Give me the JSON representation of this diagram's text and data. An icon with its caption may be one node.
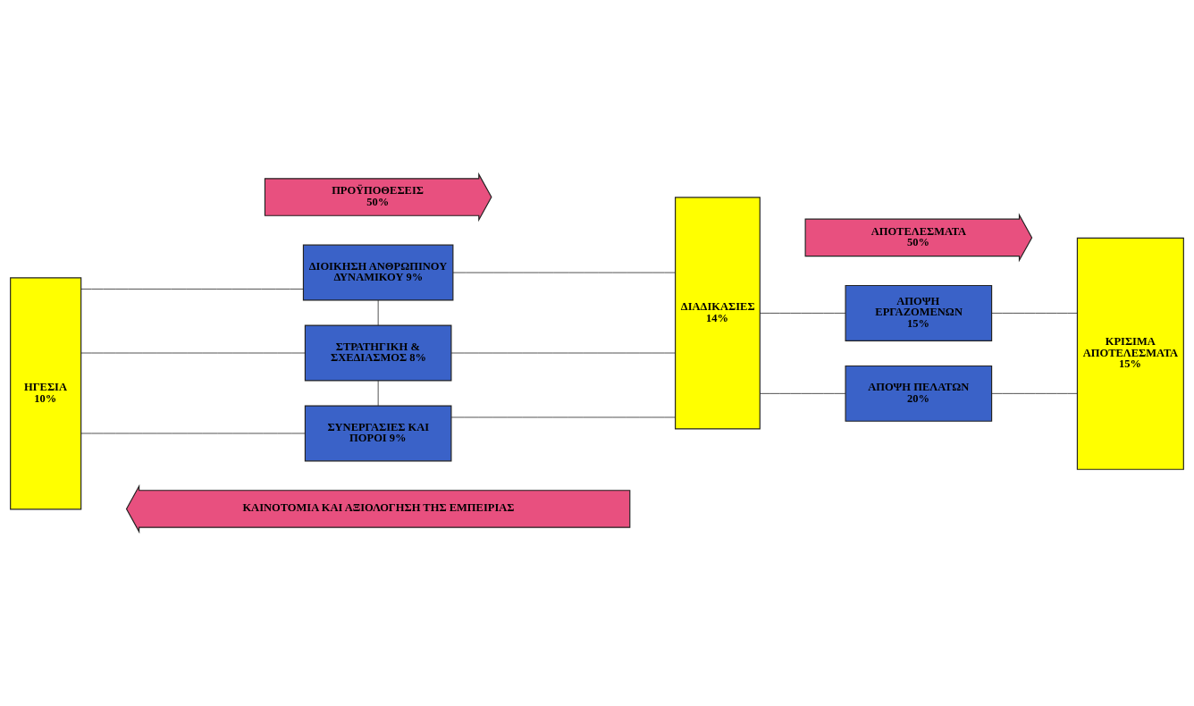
{
  "diagram": {
    "nodes": [
      {
        "text": [
          "ΠΡΟΫΠΟΘΕΣΕΙΣ",
          "50%"
        ]
      },
      {
        "text": [
          "ΑΠΟΤΕΛΕΣΜΑΤΑ",
          "50%"
        ]
      },
      {
        "text": [
          "ΗΓΕΣΙΑ 10%"
        ]
      },
      {
        "text": [
          "ΔΙΟΙΚΗΣΗ ΑΝΘΡΩΠΙΝΟΥ ΔΥΝΑΜΙΚΟΥ 9%"
        ]
      },
      {
        "text": [
          "ΣΤΡΑΤΗΓΙΚΗ & ΣΧΕΔΙΑΣΜΟΣ 8%"
        ]
      },
      {
        "text": [
          "ΣΥΝΕΡΓΑΣΙΕΣ ΚΑΙ ΠΟΡΟΙ 9%"
        ]
      },
      {
        "text": [
          "ΔΙΑΔΙΚΑΣΙΕΣ 14%"
        ]
      },
      {
        "text": [
          "ΑΠΟΨΗ ΕΡΓΑΖΟΜΕΝΩΝ 15%"
        ]
      },
      {
        "text": [
          "ΑΠΟΨΗ ΠΕΛΑΤΩΝ 20%"
        ]
      },
      {
        "text": [
          "ΚΡΙΣΙΜΑ ΑΠΟΤΕΛΕΣΜΑΤΑ 15%"
        ]
      },
      {
        "text": [
          "ΚΑΙΝΟΤΟΜΙΑ ΚΑΙ ΑΞΙΟΛΟΓΗΣΗ ΤΗΣ ΕΜΠΕΙΡΙΑΣ"
        ]
      }
    ],
    "edges": [
      {
        "from": 2,
        "to": 3,
        "arrow": "none"
      },
      {
        "from": 2,
        "to": 4,
        "arrow": "none"
      },
      {
        "from": 2,
        "to": 5,
        "arrow": "none"
      },
      {
        "from": 3,
        "to": 4,
        "arrow": "none"
      },
      {
        "from": 4,
        "to": 5,
        "arrow": "none"
      },
      {
        "from": 3,
        "to": 6,
        "arrow": "none"
      },
      {
        "from": 4,
        "to": 6,
        "arrow": "none"
      },
      {
        "from": 5,
        "to": 6,
        "arrow": "none"
      },
      {
        "from": 6,
        "to": 7,
        "arrow": "none"
      },
      {
        "from": 6,
        "to": 8,
        "arrow": "none"
      },
      {
        "from": 7,
        "to": 9,
        "arrow": "none"
      },
      {
        "from": 8,
        "to": 9,
        "arrow": "none"
      }
    ]
  }
}
